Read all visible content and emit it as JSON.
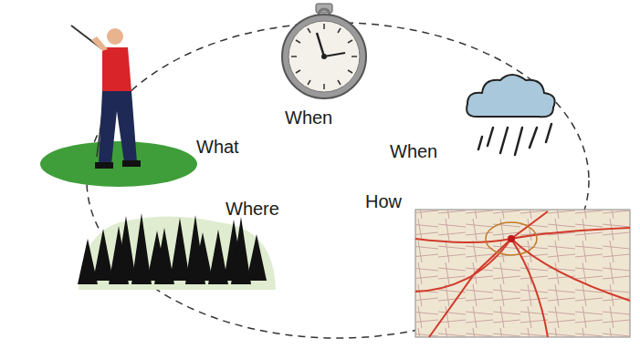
{
  "diagram": {
    "labels": [
      "When",
      "What",
      "When",
      "Where",
      "How"
    ]
  }
}
